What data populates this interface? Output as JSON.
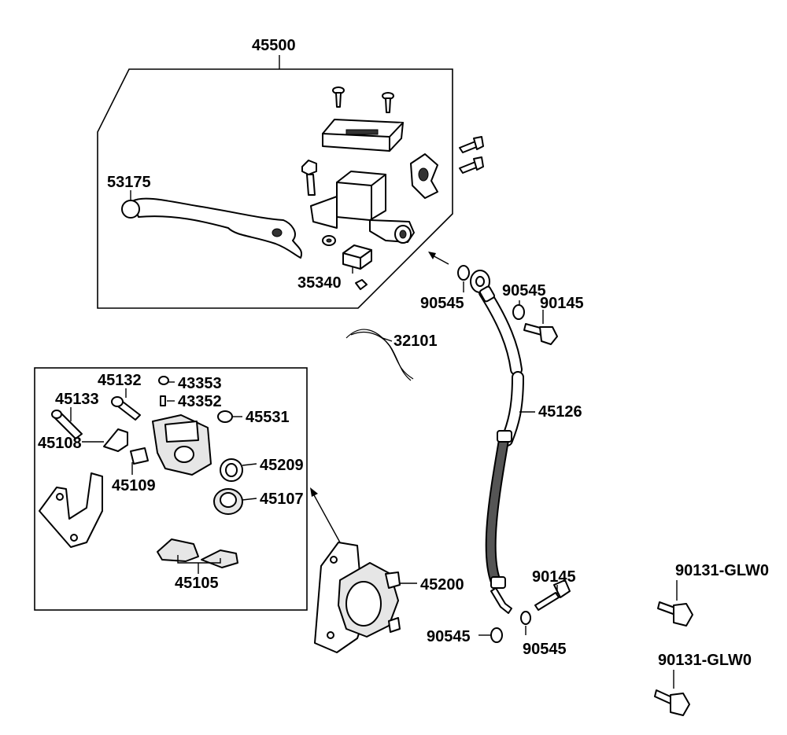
{
  "diagram": {
    "labels": {
      "l45500": "45500",
      "l53175": "53175",
      "l35340": "35340",
      "l90545a": "90545",
      "l90545b": "90545",
      "l90145a": "90145",
      "l32101": "32101",
      "l45126": "45126",
      "l45132": "45132",
      "l43353": "43353",
      "l45133": "45133",
      "l43352": "43352",
      "l45531": "45531",
      "l45108": "45108",
      "l45209": "45209",
      "l45109": "45109",
      "l45107": "45107",
      "l45105": "45105",
      "l45200": "45200",
      "l90145b": "90145",
      "l90545c": "90545",
      "l90545d": "90545",
      "l90131a": "90131-GLW0",
      "l90131b": "90131-GLW0"
    }
  }
}
